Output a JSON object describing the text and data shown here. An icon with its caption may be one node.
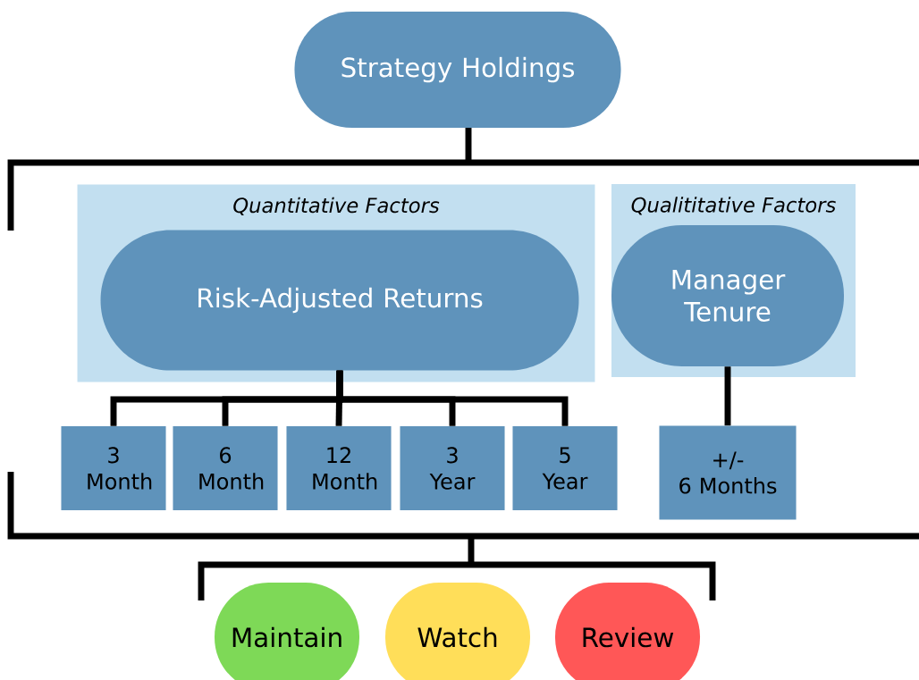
{
  "diagram": {
    "nodes": [
      {
        "text": [
          "Strategy Holdings"
        ]
      },
      {
        "text": [
          "Quantitative Factors"
        ]
      },
      {
        "text": [
          "Risk-Adjusted Returns"
        ],
        "in": 1
      },
      {
        "text": [
          "Qualititative Factors"
        ]
      },
      {
        "text": [
          "Manager Tenure"
        ],
        "in": 3
      },
      {
        "text": [
          "3 Month"
        ]
      },
      {
        "text": [
          "6 Month"
        ]
      },
      {
        "text": [
          "12 Month"
        ]
      },
      {
        "text": [
          "3 Year"
        ]
      },
      {
        "text": [
          "5 Year"
        ]
      },
      {
        "text": [
          "+/-",
          "6 Months"
        ]
      },
      {
        "text": [
          "Maintain"
        ]
      },
      {
        "text": [
          "Watch"
        ]
      },
      {
        "text": [
          "Review"
        ]
      }
    ],
    "edges": [
      {
        "from": 2,
        "to": 5,
        "arrow": "none"
      },
      {
        "from": 2,
        "to": 6,
        "arrow": "none"
      },
      {
        "from": 2,
        "to": 7,
        "arrow": "none"
      },
      {
        "from": 2,
        "to": 8,
        "arrow": "none"
      },
      {
        "from": 2,
        "to": 9,
        "arrow": "none"
      },
      {
        "from": 4,
        "to": 10,
        "arrow": "none"
      }
    ]
  }
}
